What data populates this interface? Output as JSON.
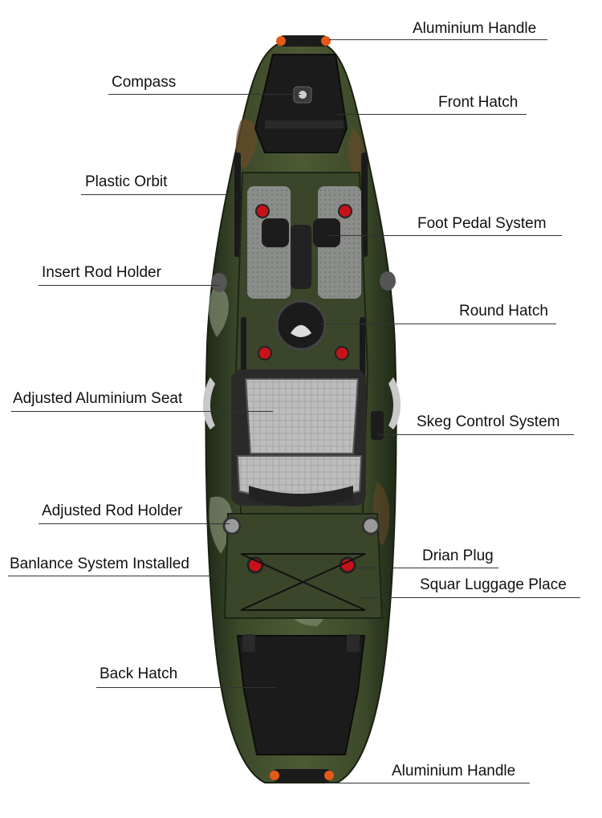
{
  "labels": {
    "aluminium_handle_top": "Aluminium Handle",
    "compass": "Compass",
    "front_hatch": "Front Hatch",
    "plastic_orbit": "Plastic Orbit",
    "foot_pedal_system": "Foot Pedal System",
    "insert_rod_holder": "Insert Rod Holder",
    "round_hatch": "Round Hatch",
    "adjusted_aluminium_seat": "Adjusted Aluminium Seat",
    "skeg_control_system": "Skeg Control System",
    "adjusted_rod_holder": "Adjusted Rod Holder",
    "drian_plug": "Drian Plug",
    "banlance_system_installed": "Banlance System Installed",
    "squar_luggage_place": "Squar Luggage Place",
    "back_hatch": "Back Hatch",
    "aluminium_handle_bottom": "Aluminium Handle"
  },
  "colors": {
    "hull_dark": "#2f3a24",
    "hull_mid": "#4d5a34",
    "camo_light": "#9aa58c",
    "camo_brown": "#6b4a2a",
    "hatch": "#1b1b1b",
    "deck_pad": "#7a7d7a",
    "seat_mesh": "#b8b8b8",
    "red_accent": "#c8121a",
    "orange_handle": "#e45a16"
  }
}
